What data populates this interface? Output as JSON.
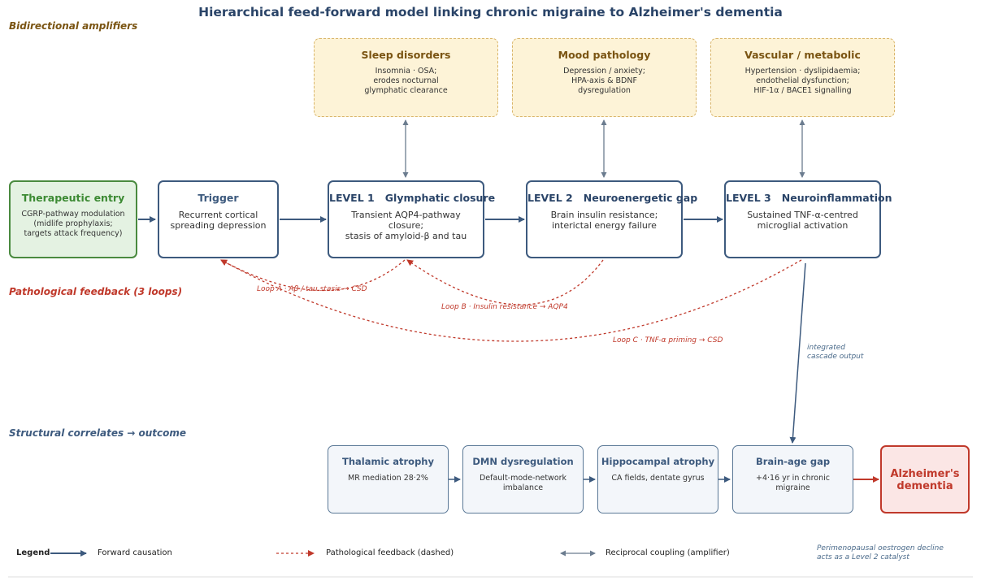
{
  "title": "Hierarchical feed-forward model linking chronic migraine to Alzheimer's dementia",
  "sections": {
    "amplifiers": "Bidirectional amplifiers",
    "feedback": "Pathological feedback (3 loops)",
    "structural": "Structural correlates → outcome"
  },
  "amplifiers": [
    {
      "heading": "Sleep disorders",
      "text": "Insomnia · OSA;\nerodes nocturnal\nglymphatic clearance"
    },
    {
      "heading": "Mood pathology",
      "text": "Depression / anxiety;\nHPA-axis & BDNF\ndysregulation"
    },
    {
      "heading": "Vascular / metabolic",
      "text": "Hypertension · dyslipidaemia;\nendothelial dysfunction;\nHIF-1α / BACE1 signalling"
    }
  ],
  "therapeutic": {
    "heading": "Therapeutic entry",
    "text": "CGRP-pathway modulation\n(midlife prophylaxis;\ntargets attack frequency)"
  },
  "trigger": {
    "heading": "Trigger",
    "text": "Recurrent cortical\nspreading depression"
  },
  "levels": [
    {
      "heading": "LEVEL 1   Glymphatic closure",
      "text": "Transient AQP4-pathway closure;\nstasis of amyloid-β and tau"
    },
    {
      "heading": "LEVEL 2   Neuroenergetic gap",
      "text": "Brain insulin resistance;\ninterictal energy failure"
    },
    {
      "heading": "LEVEL 3   Neuroinflammation",
      "text": "Sustained TNF-α-centred\nmicroglial activation"
    }
  ],
  "loops": [
    "Loop A · Aβ / tau stasis → CSD",
    "Loop B · Insulin resistance → AQP4",
    "Loop C · TNF-α priming → CSD"
  ],
  "cascade_note": "integrated\ncascade output",
  "structural": [
    {
      "heading": "Thalamic atrophy",
      "text": "MR mediation 28·2%"
    },
    {
      "heading": "DMN dysregulation",
      "text": "Default-mode-network\nimbalance"
    },
    {
      "heading": "Hippocampal atrophy",
      "text": "CA fields, dentate gyrus"
    },
    {
      "heading": "Brain-age gap",
      "text": "+4·16 yr in chronic\nmigraine"
    }
  ],
  "outcome": "Alzheimer's\ndementia",
  "legend": {
    "title": "Legend",
    "forward": "Forward causation",
    "feedback": "Pathological feedback (dashed)",
    "reciprocal": "Reciprocal coupling (amplifier)",
    "note": "Perimenopausal oestrogen decline\nacts as a Level 2 catalyst"
  },
  "colors": {
    "navy": "#2a4468",
    "arrow": "#3d5a7e",
    "feedback_red": "#c0392b",
    "amplifier_fill": "#fdf3d7",
    "amplifier_border": "#d9b56a",
    "therapeutic_green": "#4a8a3f",
    "grey_arrow": "#6b7c8f"
  }
}
